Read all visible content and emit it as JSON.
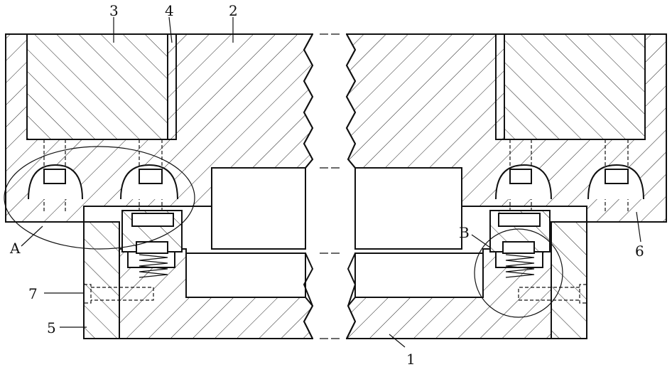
{
  "labels": {
    "n1": "1",
    "n2": "2",
    "n3": "3",
    "n4": "4",
    "n5": "5",
    "n6": "6",
    "n7": "7",
    "detail_a": "A",
    "detail_b": "B"
  },
  "colors": {
    "line": "#111111",
    "background": "#ffffff"
  }
}
